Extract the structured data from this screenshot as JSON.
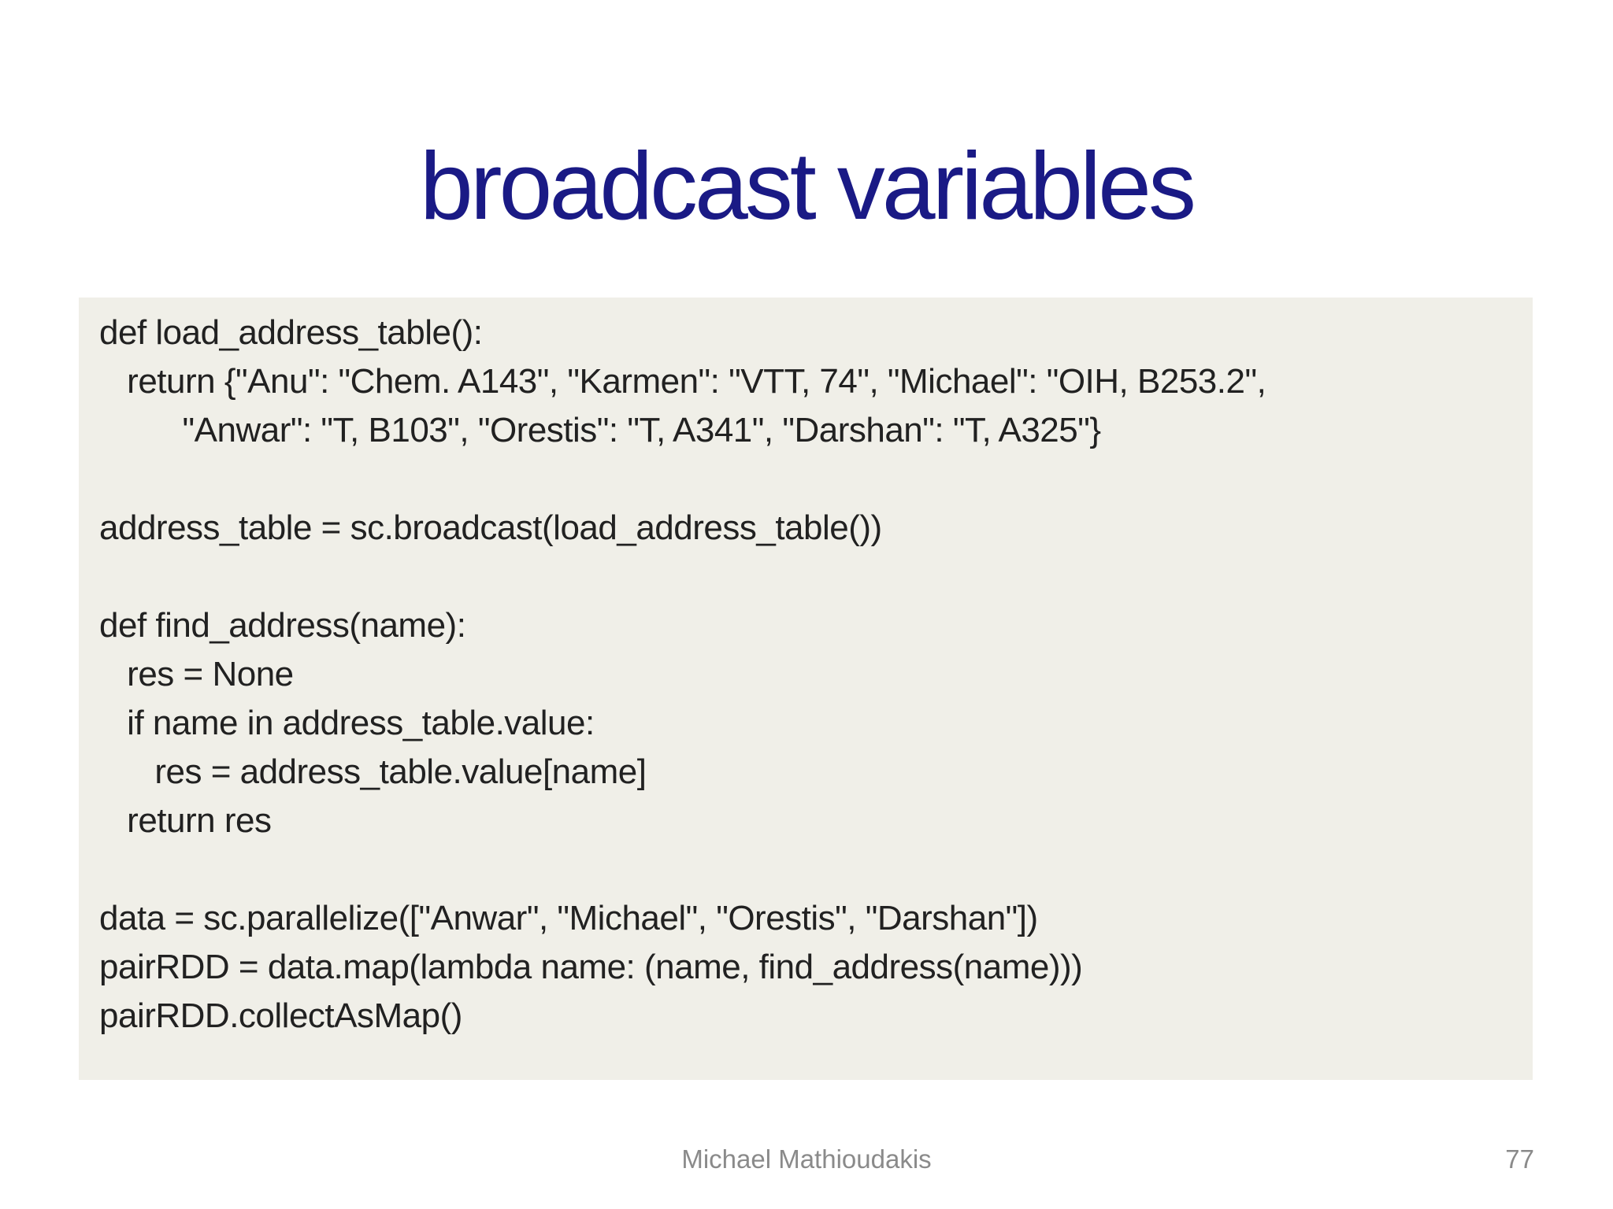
{
  "slide": {
    "title": "broadcast variables",
    "code": {
      "lines": [
        "def load_address_table():",
        "   return {\"Anu\": \"Chem. A143\", \"Karmen\": \"VTT, 74\", \"Michael\": \"OIH, B253.2\",",
        "         \"Anwar\": \"T, B103\", \"Orestis\": \"T, A341\", \"Darshan\": \"T, A325\"}",
        "",
        "address_table = sc.broadcast(load_address_table())",
        "",
        "def find_address(name):",
        "   res = None",
        "   if name in address_table.value:",
        "      res = address_table.value[name]",
        "   return res",
        "",
        "data = sc.parallelize([\"Anwar\", \"Michael\", \"Orestis\", \"Darshan\"])",
        "pairRDD = data.map(lambda name: (name, find_address(name)))",
        "pairRDD.collectAsMap()"
      ]
    },
    "footer": {
      "author": "Michael Mathioudakis",
      "page_number": "77"
    }
  },
  "colors": {
    "title_text": "#1a1a85",
    "code_text": "#212121",
    "code_background": "#f0efe8",
    "footer_text": "#8a8a8a",
    "slide_background": "#ffffff"
  }
}
